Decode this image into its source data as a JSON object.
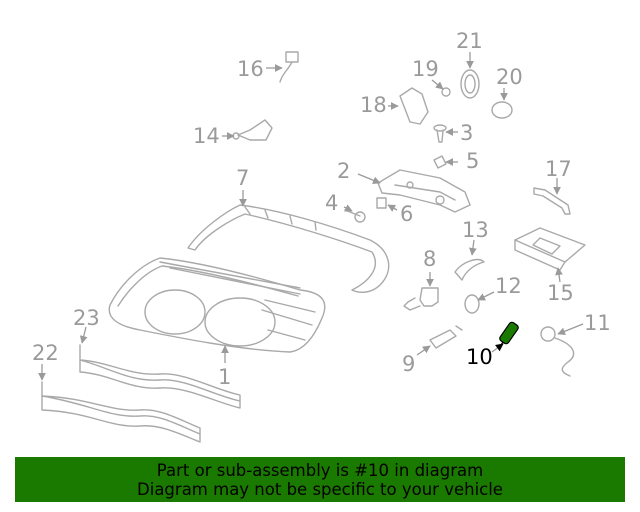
{
  "callouts": {
    "c1": "1",
    "c2": "2",
    "c3": "3",
    "c4": "4",
    "c5": "5",
    "c6": "6",
    "c7": "7",
    "c8": "8",
    "c9": "9",
    "c10": "10",
    "c11": "11",
    "c12": "12",
    "c13": "13",
    "c14": "14",
    "c15": "15",
    "c16": "16",
    "c17": "17",
    "c18": "18",
    "c19": "19",
    "c20": "20",
    "c21": "21",
    "c22": "22",
    "c23": "23"
  },
  "highlighted_part": "10",
  "colors": {
    "line_art": "#a9a9a9",
    "highlight": "#1a7a00",
    "banner_bg": "#1a7a00"
  },
  "banner": {
    "line1": "Part or sub-assembly is #10 in diagram",
    "line2": "Diagram may not be specific to your vehicle"
  }
}
